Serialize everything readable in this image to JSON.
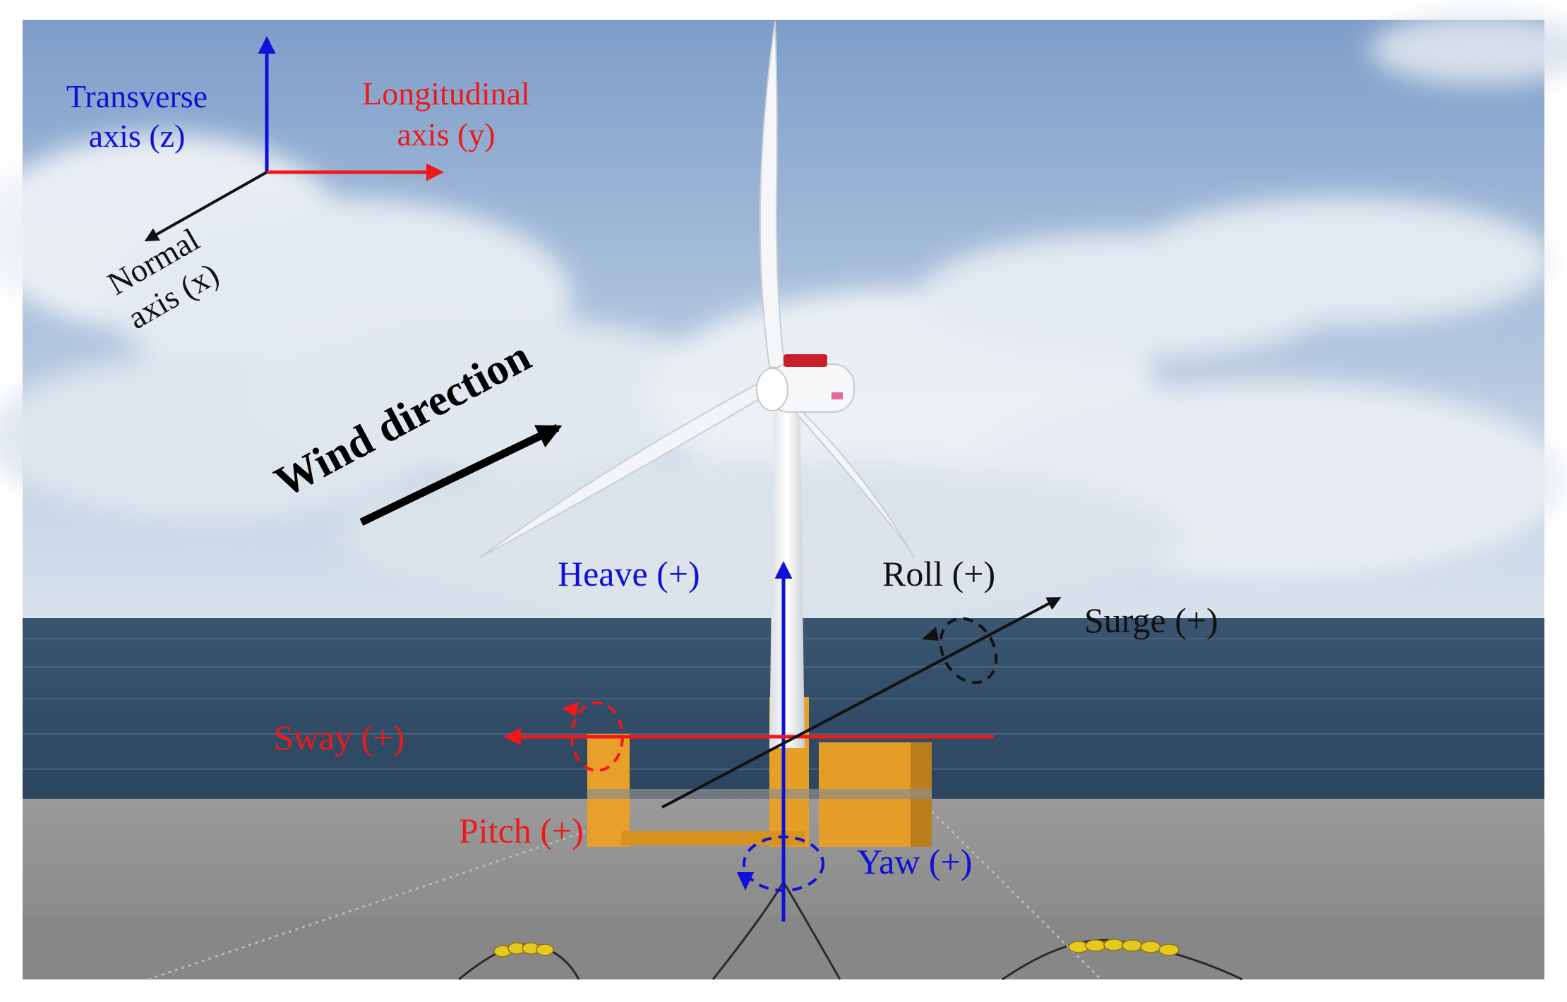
{
  "axes": {
    "transverse": {
      "line1": "Transverse",
      "line2": "axis (z)"
    },
    "longitudinal": {
      "line1": "Longitudinal",
      "line2": "axis (y)"
    },
    "normal": {
      "line1": "Normal",
      "line2": "axis (x)"
    }
  },
  "wind_label": "Wind direction",
  "motions": {
    "heave": "Heave (+)",
    "roll": "Roll (+)",
    "surge": "Surge (+)",
    "sway": "Sway (+)",
    "pitch": "Pitch (+)",
    "yaw": "Yaw (+)"
  },
  "colors": {
    "blue_axis": "#1010d8",
    "red_axis": "#ee1a1a",
    "black_axis": "#111111",
    "platform": "#e8a02a",
    "sea": "#3d5670",
    "seabed": "#8d8d8d",
    "sky_top": "#7f9fca",
    "buoy": "#e6c820"
  }
}
